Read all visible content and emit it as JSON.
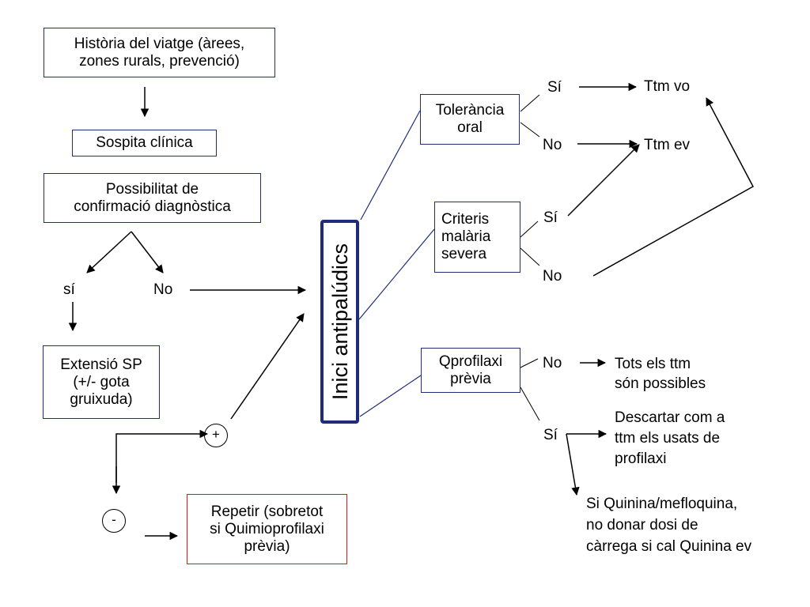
{
  "boxes": {
    "historia": [
      "Història del viatge (àrees,",
      "zones rurals, prevenció)"
    ],
    "sospita": [
      "Sospita clínica"
    ],
    "possibilitat": [
      "Possibilitat de",
      "confirmació diagnòstica"
    ],
    "extensio": [
      "Extensió SP",
      "(+/- gota",
      "gruixuda)"
    ],
    "repetir": [
      "Repetir (sobretot",
      "si Quimioprofilaxi",
      "prèvia)"
    ],
    "inici": "Inici antipalúdics",
    "tolerancia": [
      "Tolerància",
      "oral"
    ],
    "criteris": [
      "Criteris",
      "malària",
      "severa"
    ],
    "qprofilaxi": [
      "Qprofilaxi",
      "prèvia"
    ]
  },
  "labels": {
    "si_lower": "sí",
    "no_diag": "No",
    "plus": "+",
    "minus": "-",
    "tol_si": "Sí",
    "tol_no": "No",
    "ttm_vo": "Ttm vo",
    "ttm_ev": "Ttm ev",
    "crit_si": "Sí",
    "crit_no": "No",
    "qp_no": "No",
    "qp_si": "Sí",
    "tots": [
      "Tots els ttm",
      "són possibles"
    ],
    "descartar": [
      "Descartar com a",
      "ttm els usats de",
      "profilaxi"
    ],
    "quinina": [
      "Si Quinina/mefloquina,",
      "no donar dosi de",
      "càrrega si cal Quinina ev"
    ]
  },
  "colors": {
    "box_border": "#1f2c7a",
    "repeat_border": "#c02020",
    "connector": "#1f2c7a",
    "arrow": "#000000"
  }
}
